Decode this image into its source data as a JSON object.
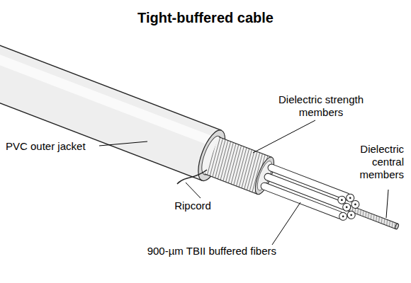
{
  "diagram": {
    "title": "Tight-buffered cable",
    "labels": [
      "Dielectric strength members",
      "PVC outer jacket",
      "Dielectric central members",
      "Ripcord",
      "900-µm TBII buffered fibers"
    ]
  }
}
